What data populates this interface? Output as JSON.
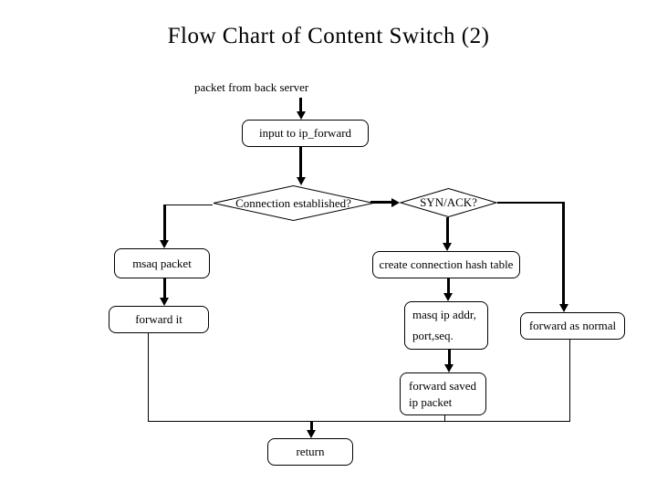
{
  "slide": {
    "title": "Flow Chart of Content Switch (2)"
  },
  "nodes": {
    "start": "packet from back server",
    "input_ip_forward": "input to ip_forward",
    "connection_established": "Connection established?",
    "syn_ack": "SYN/ACK?",
    "msaq_packet": "msaq packet",
    "create_connection_hash_table": "create connection hash table",
    "forward_it": "forward it",
    "masq_ip": {
      "line1": "masq ip addr,",
      "line2": "port,seq."
    },
    "forward_as_normal": "forward as normal",
    "forward_saved": {
      "line1": "forward saved",
      "line2": "ip packet"
    },
    "return": "return"
  },
  "colors": {
    "background": "#ffffff",
    "line": "#000000",
    "text": "#000000"
  }
}
